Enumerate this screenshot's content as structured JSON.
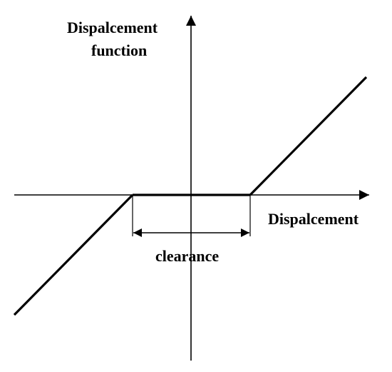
{
  "diagram": {
    "y_axis_label_line1": "Dispalcement",
    "y_axis_label_line2": "function",
    "x_axis_label": "Dispalcement",
    "gap_label": "clearance"
  },
  "colors": {
    "line": "#000000",
    "background": "#ffffff"
  }
}
